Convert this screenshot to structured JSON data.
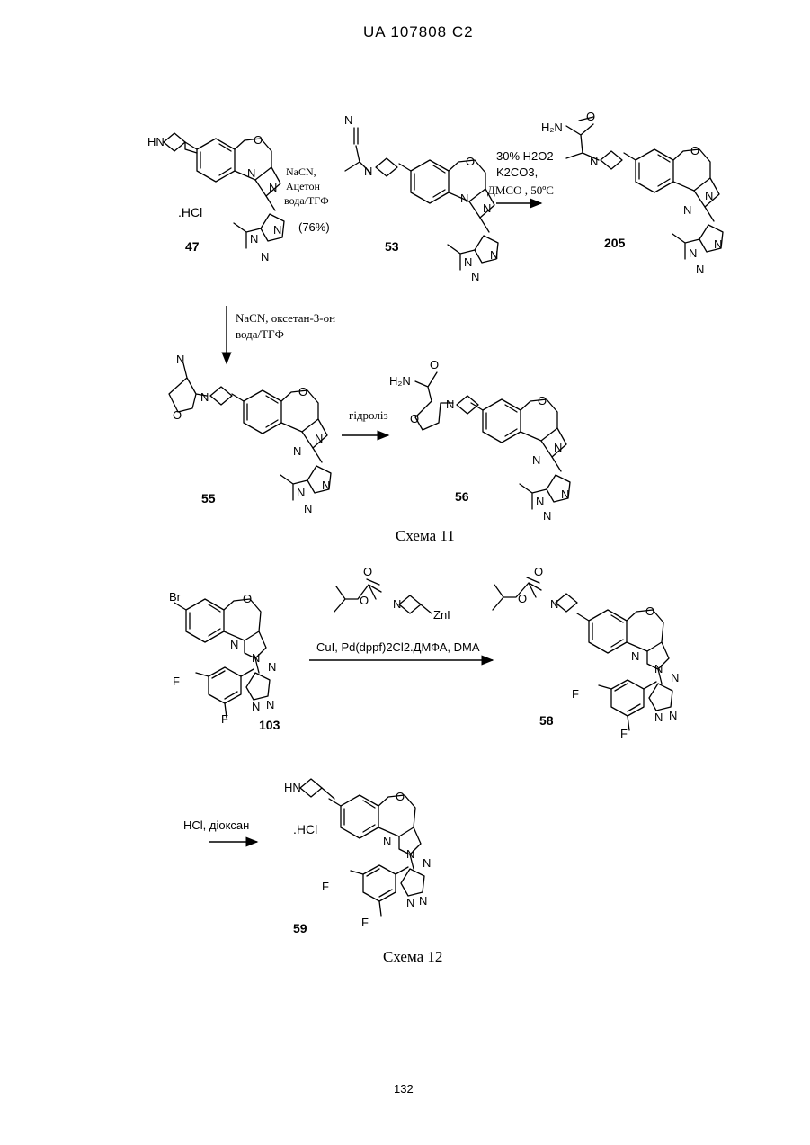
{
  "header": {
    "patent": "UA 107808 C2"
  },
  "scheme11": {
    "caption": "Схема 11",
    "c47": {
      "label": "47",
      "salt": ".HCl"
    },
    "step1": {
      "reagent": "NaCN,",
      "solvent1": "Ацетон",
      "solvent2": "вода/ТГФ",
      "yield": "(76%)"
    },
    "c53": {
      "label": "53"
    },
    "step2": {
      "line1": "30% H2O2",
      "line2": "K2CO3,",
      "line3": "ДМСО , 50ºC"
    },
    "c205": {
      "label": "205"
    },
    "step3": {
      "line1": "NaCN, оксетан-3-он",
      "line2": "вода/ТГФ"
    },
    "c55": {
      "label": "55"
    },
    "step4": {
      "label": "гідроліз"
    },
    "c56": {
      "label": "56"
    }
  },
  "scheme12": {
    "caption": "Схема 12",
    "c103": {
      "label": "103"
    },
    "step1": {
      "conditions": "CuI, Pd(dppf)2Cl2.ДМФА, DMA",
      "zinc": "ZnI"
    },
    "c58": {
      "label": "58"
    },
    "step2": {
      "label": "HCl, діоксан"
    },
    "c59": {
      "label": "59",
      "salt": ".HCl"
    }
  },
  "footer": {
    "page_number": "132"
  }
}
